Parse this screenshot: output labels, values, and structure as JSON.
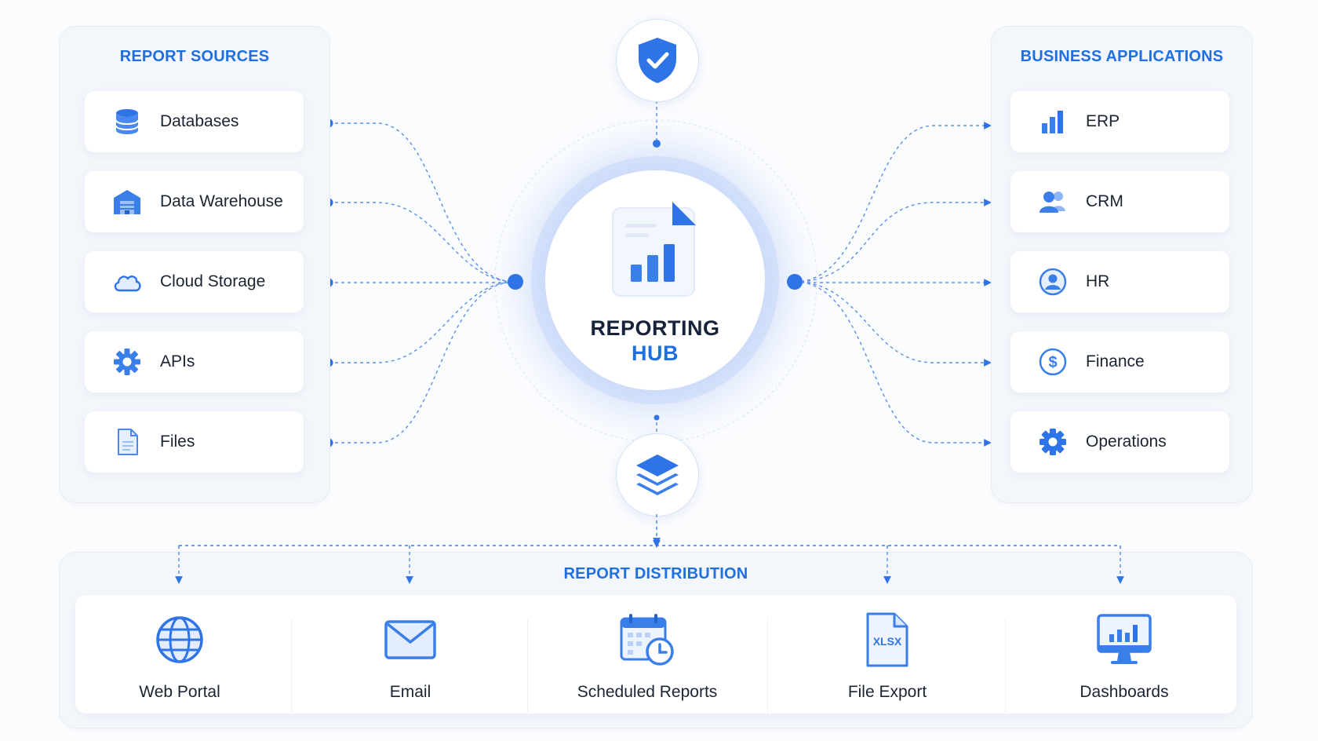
{
  "colors": {
    "accent": "#1f6fe0",
    "line": "#4f86e8",
    "panel": "#f3f6fb"
  },
  "report_sources": {
    "title": "REPORT SOURCES",
    "items": [
      {
        "label": "Databases",
        "icon": "database-icon"
      },
      {
        "label": "Data Warehouse",
        "icon": "warehouse-icon"
      },
      {
        "label": "Cloud Storage",
        "icon": "cloud-icon"
      },
      {
        "label": "APIs",
        "icon": "gear-icon"
      },
      {
        "label": "Files",
        "icon": "file-icon"
      }
    ]
  },
  "hub": {
    "line1": "REPORTING",
    "line2": "HUB",
    "top_icon": "shield-check-icon",
    "bottom_icon": "layers-icon"
  },
  "business_applications": {
    "title": "BUSINESS APPLICATIONS",
    "items": [
      {
        "label": "ERP",
        "icon": "bar-chart-icon"
      },
      {
        "label": "CRM",
        "icon": "users-icon"
      },
      {
        "label": "HR",
        "icon": "user-circle-icon"
      },
      {
        "label": "Finance",
        "icon": "dollar-icon"
      },
      {
        "label": "Operations",
        "icon": "cog-icon"
      }
    ]
  },
  "report_distribution": {
    "title": "REPORT DISTRIBUTION",
    "items": [
      {
        "label": "Web Portal",
        "icon": "globe-icon"
      },
      {
        "label": "Email",
        "icon": "envelope-icon"
      },
      {
        "label": "Scheduled Reports",
        "icon": "calendar-clock-icon"
      },
      {
        "label": "File Export",
        "icon": "xlsx-file-icon",
        "badge": "XLSX"
      },
      {
        "label": "Dashboards",
        "icon": "monitor-chart-icon"
      }
    ]
  }
}
